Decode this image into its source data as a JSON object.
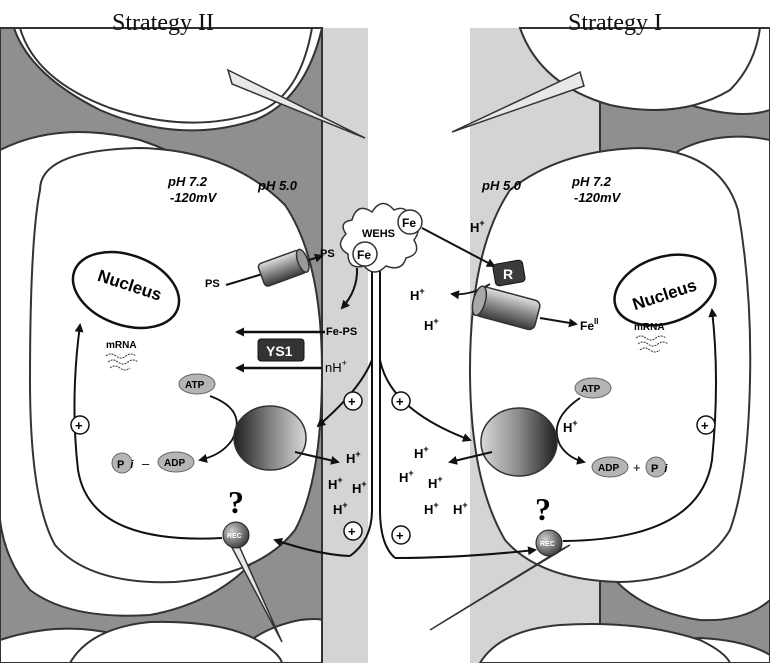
{
  "titles": {
    "left": "Strategy II",
    "right": "Strategy I"
  },
  "left_cell": {
    "ph_in": "pH 7.2",
    "potential": "-120mV",
    "ph_out": "pH 5.0",
    "nucleus": "Nucleus",
    "mrna": "mRNA",
    "ps_in": "PS",
    "ps_out": "PS",
    "fe_ps": "Fe-PS",
    "ys1": "YS1",
    "nh": "nH",
    "nh_sup": "+",
    "atp": "ATP",
    "pi_p": "P",
    "pi_i": "i",
    "dash": "–",
    "adp": "ADP",
    "question": "?",
    "rec": "REC",
    "plus": "+",
    "proton": "H",
    "proton_sup": "+"
  },
  "center": {
    "wehs": "WEHS",
    "fe": "Fe",
    "plus": "+"
  },
  "right_cell": {
    "ph_out": "pH 5.0",
    "ph_in": "pH 7.2",
    "potential": "-120mV",
    "nucleus": "Nucleus",
    "mrna": "mRNA",
    "r_label": "R",
    "fe2": "Fe",
    "fe2_sup": "II",
    "atp": "ATP",
    "adp": "ADP",
    "plus_sign": "+",
    "pi_p": "P",
    "pi_i": "i",
    "question": "?",
    "rec": "REC",
    "plus": "+",
    "proton": "H",
    "proton_sup": "+"
  },
  "colors": {
    "wall": "#8c8c8c",
    "wall_edge": "#3a3a3a",
    "apoplast": "#d4d4d4",
    "background": "#ffffff"
  }
}
